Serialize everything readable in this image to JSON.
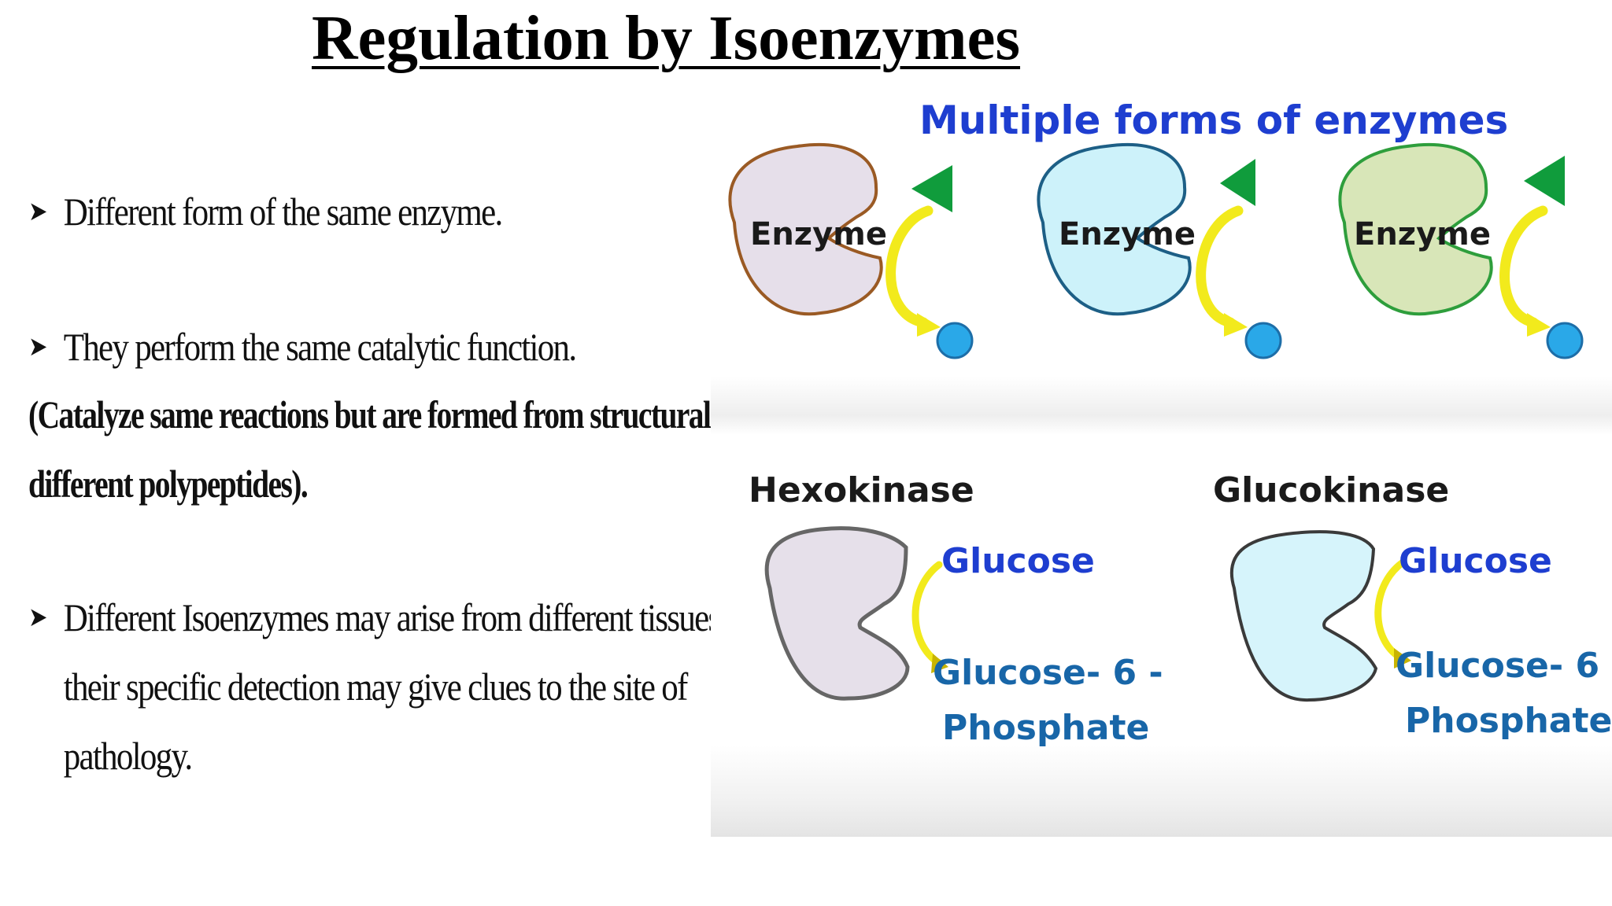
{
  "slide": {
    "title": "Regulation by Isoenzymes",
    "bullets": [
      {
        "marker": "➤",
        "text": "Different  form  of  the  same  enzyme."
      },
      {
        "marker": "➤",
        "text": "They perform the same catalytic function."
      },
      {
        "marker": "➤",
        "lines": [
          "Different Isoenzymes may arise from different tissues and",
          "their specific detection may give clues to the site of",
          "pathology."
        ]
      }
    ],
    "note_lines": [
      "(Catalyze same reactions but are formed from structurally",
      "different polypeptides)."
    ]
  },
  "figure": {
    "heading": "Multiple forms of enzymes",
    "enzymes": [
      {
        "label": "Enzyme",
        "fill": "#e6dfea",
        "stroke": "#9a5a24"
      },
      {
        "label": "Enzyme",
        "fill": "#cdf2fa",
        "stroke": "#1d5f86"
      },
      {
        "label": "Enzyme",
        "fill": "#d8e6b8",
        "stroke": "#2e9e3c"
      }
    ],
    "colors": {
      "triangle": "#109c3c",
      "circle": "#2aa8e8",
      "arrow": "#f2ea1c",
      "heading": "#1e3ed0",
      "substrate_text": "#1e3ed0",
      "product_text": "#1866a8"
    },
    "examples": [
      {
        "name": "Hexokinase",
        "substrate": "Glucose",
        "product_line1": "Glucose- 6 -",
        "product_line2": "Phosphate",
        "fill": "#e6e0ea",
        "stroke": "#666666"
      },
      {
        "name": "Glucokinase",
        "substrate": "Glucose",
        "product_line1": "Glucose- 6 -",
        "product_line2": "Phosphate",
        "fill": "#d6f4fb",
        "stroke": "#3a3a3a"
      }
    ]
  }
}
